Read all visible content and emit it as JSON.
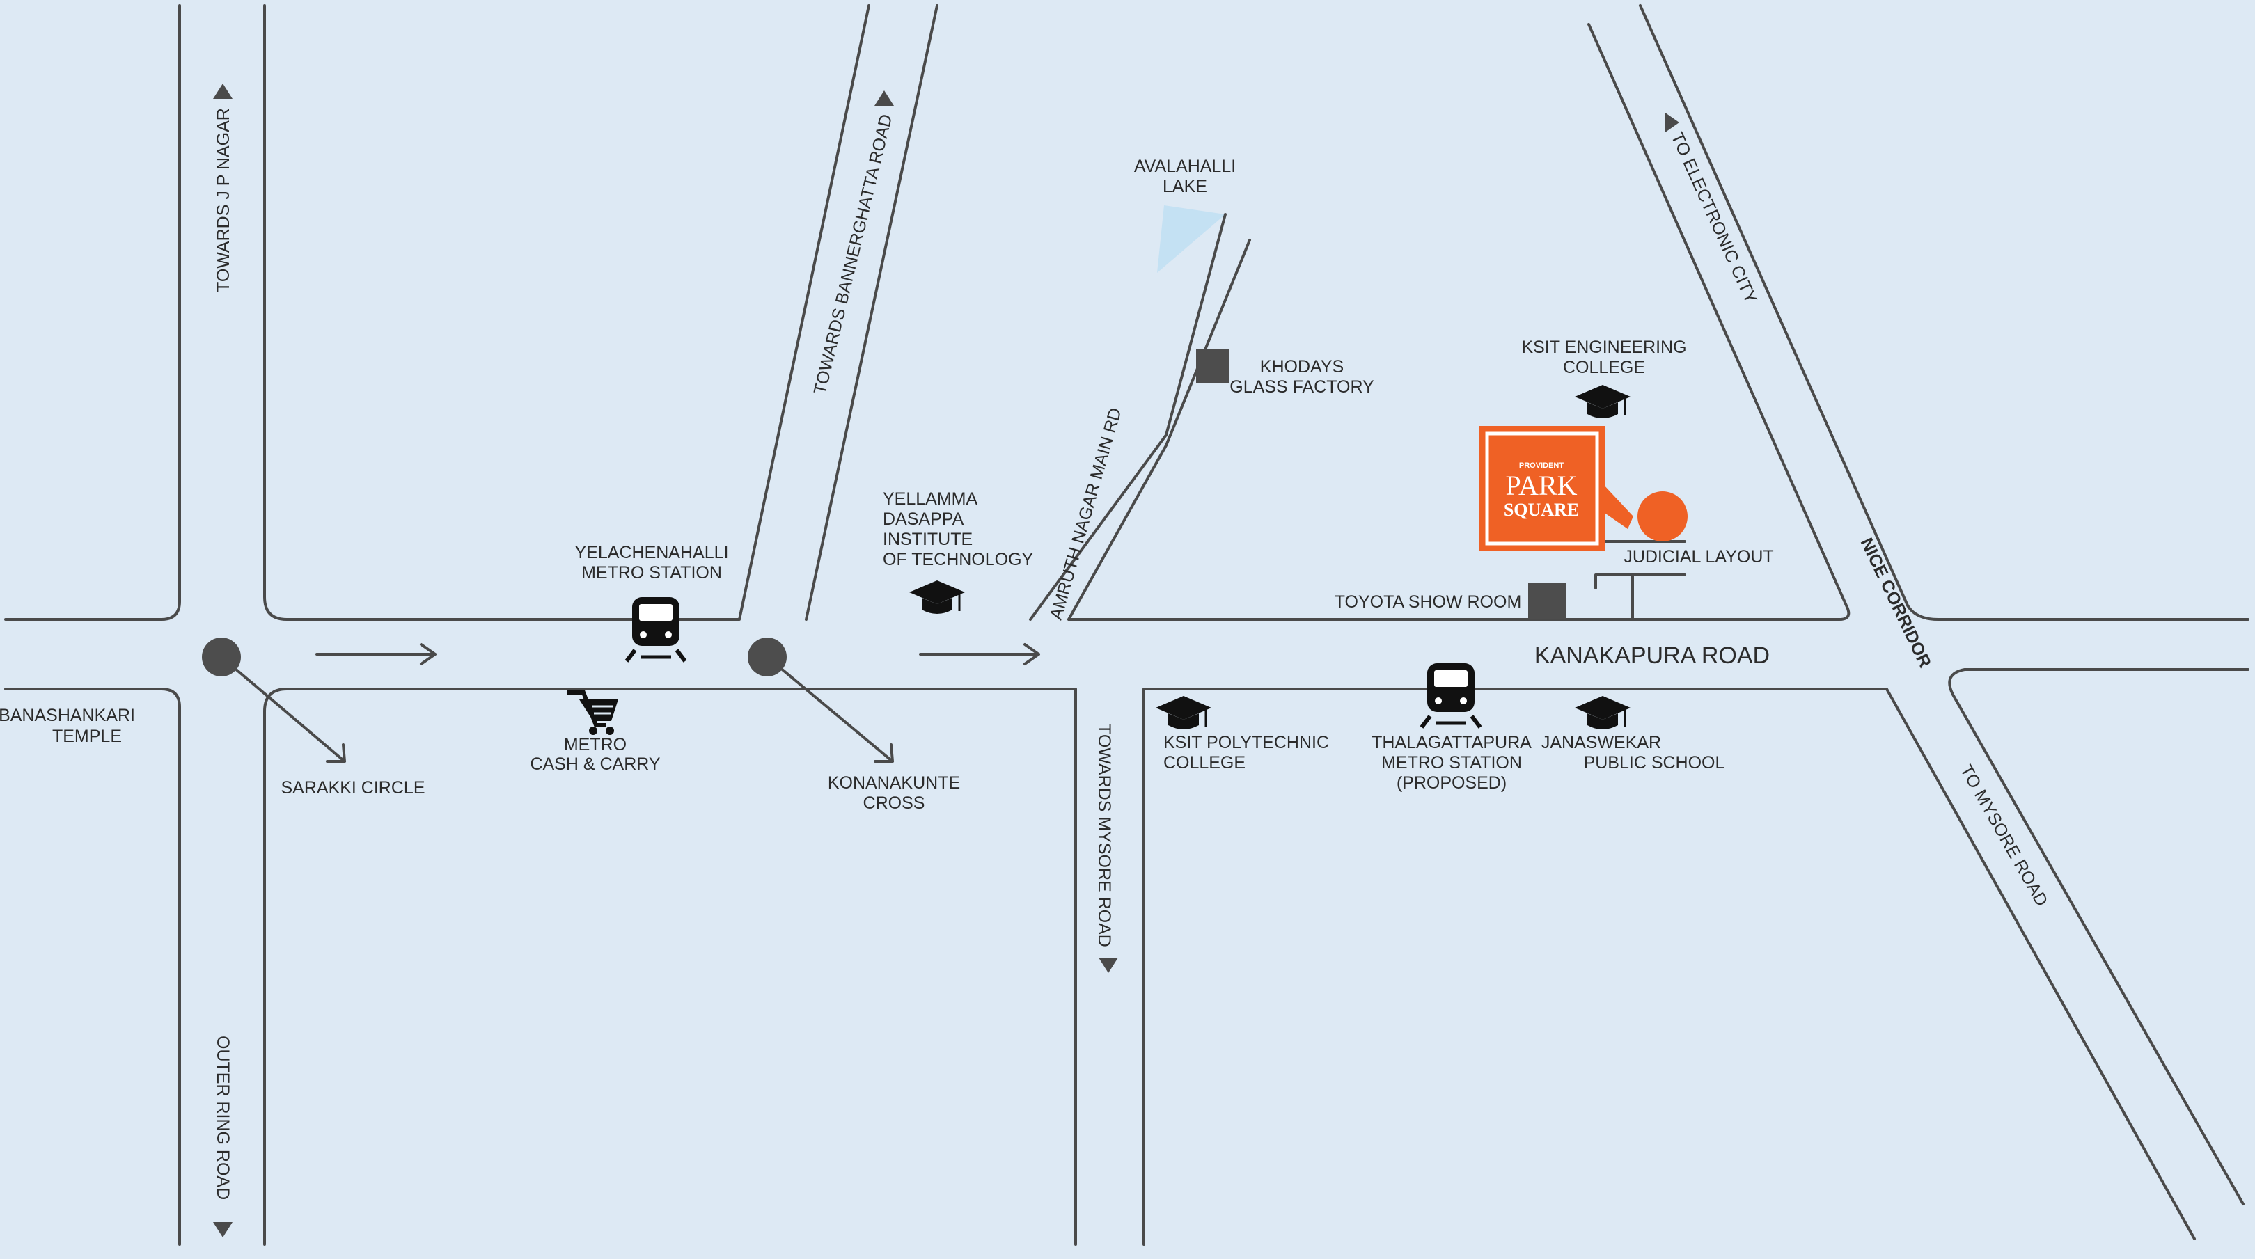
{
  "colors": {
    "background": "#dde9f4",
    "road": "#4a4a4a",
    "accent": "#ef6125",
    "lake": "#c4e1f3",
    "marker": "#4d4d4d"
  },
  "roads": {
    "towards_jp_nagar": "TOWARDS J P NAGAR",
    "outer_ring_road": "OUTER RING ROAD",
    "towards_bannerghatta": "TOWARDS BANNERGHATTA ROAD",
    "amruth_nagar": "AMRUTH NAGAR MAIN RD",
    "towards_mysore": "TOWARDS MYSORE ROAD",
    "to_electronic_city": "TO ELECTRONIC CITY",
    "to_mysore": "TO MYSORE ROAD",
    "nice_corridor": "NICE CORRIDOR",
    "kanakapura": "KANAKAPURA ROAD"
  },
  "landmarks": {
    "banashankari": [
      "BANASHANKARI",
      "TEMPLE"
    ],
    "sarakki": "SARAKKI CIRCLE",
    "metro_cc": [
      "METRO",
      "CASH & CARRY"
    ],
    "yelachenahalli": [
      "YELACHENAHALLI",
      "METRO STATION"
    ],
    "konanakunte": [
      "KONANAKUNTE",
      "CROSS"
    ],
    "yellamma": [
      "YELLAMMA",
      "DASAPPA",
      "INSTITUTE",
      "OF TECHNOLOGY"
    ],
    "avalahalli": [
      "AVALAHALLI",
      "LAKE"
    ],
    "khodays": [
      "KHODAYS",
      "GLASS FACTORY"
    ],
    "ksit_eng": [
      "KSIT ENGINEERING",
      "COLLEGE"
    ],
    "judicial": "JUDICIAL LAYOUT",
    "toyota": "TOYOTA SHOW ROOM",
    "ksit_poly": [
      "KSIT POLYTECHNIC",
      "COLLEGE"
    ],
    "thalagattapura": [
      "THALAGATTAPURA",
      "METRO STATION",
      "(PROPOSED)"
    ],
    "janaswekar": [
      "JANASWEKAR",
      "PUBLIC SCHOOL"
    ]
  },
  "project": {
    "brand": "PROVIDENT",
    "name_line1": "PARK",
    "name_line2": "SQUARE"
  }
}
